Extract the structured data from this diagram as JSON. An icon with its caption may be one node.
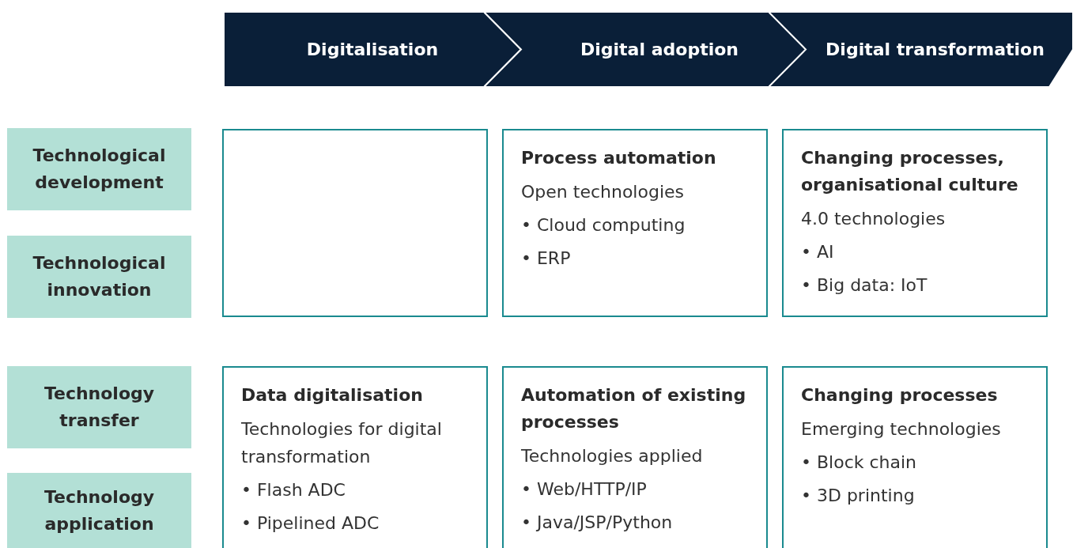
{
  "diagram": {
    "nodes": [
      {
        "text": [
          "Digitalisation"
        ]
      },
      {
        "text": [
          "Digital adoption"
        ]
      },
      {
        "text": [
          "Digital transformation"
        ]
      },
      {
        "text": [
          "Technological development"
        ]
      },
      {
        "text": [],
        "shape": "box"
      },
      {
        "text": [
          "Process automation",
          "Open technologies",
          "• Cloud computing",
          "• ERP"
        ]
      },
      {
        "text": [
          "Changing processes, organisational culture",
          "4.0 technologies",
          "• AI",
          "• Big data: IoT"
        ]
      },
      {
        "text": [
          "Technological innovation"
        ]
      },
      {
        "text": [
          "Technology transfer"
        ]
      },
      {
        "text": [
          "Data digitalisation",
          "Technologies for digital transformation",
          "• Flash ADC",
          "• Pipelined ADC"
        ]
      },
      {
        "text": [
          "Automation of existing processes",
          "Technologies applied",
          "• Web/HTTP/IP",
          "• Java/JSP/Python"
        ]
      },
      {
        "text": [
          "Changing processes",
          "Emerging technologies",
          "• Block chain",
          "• 3D printing"
        ]
      },
      {
        "text": [
          "Technology application"
        ]
      }
    ]
  }
}
